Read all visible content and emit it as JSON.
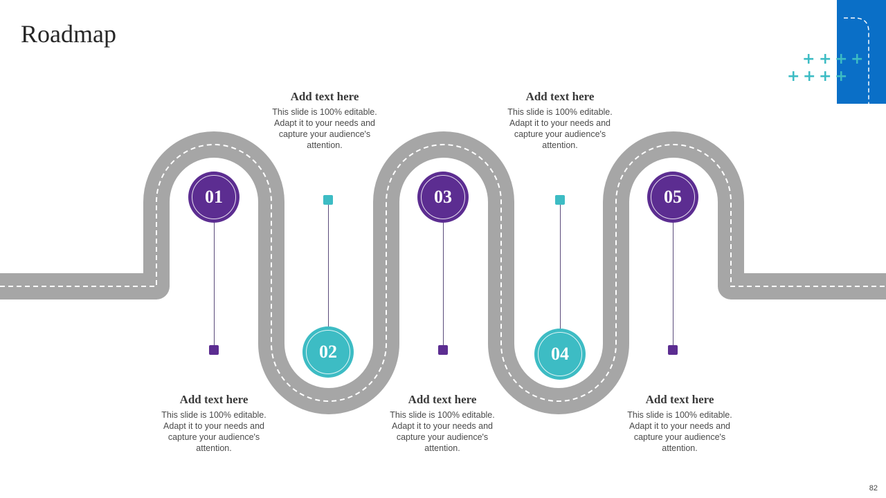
{
  "title": "Roadmap",
  "page_number": "82",
  "colors": {
    "purple": "#5c2d91",
    "teal": "#3dbcc4",
    "road": "#a6a6a6",
    "corner_blue": "#0a6fc7"
  },
  "milestones": [
    {
      "number": "01",
      "heading": "Add text here",
      "body": "This slide is 100% editable. Adapt it to your needs and capture your audience's attention."
    },
    {
      "number": "02",
      "heading": "Add text here",
      "body": "This slide is 100% editable. Adapt it to your needs and capture your audience's attention."
    },
    {
      "number": "03",
      "heading": "Add text here",
      "body": "This slide is 100% editable. Adapt it to your needs and capture your audience's attention."
    },
    {
      "number": "04",
      "heading": "Add text here",
      "body": "This slide is 100% editable. Adapt it to your needs and capture your audience's attention."
    },
    {
      "number": "05",
      "heading": "Add text here",
      "body": "This slide is 100% editable. Adapt it to your needs and capture your audience's attention."
    }
  ],
  "decor": {
    "plus_glyph": "+"
  }
}
